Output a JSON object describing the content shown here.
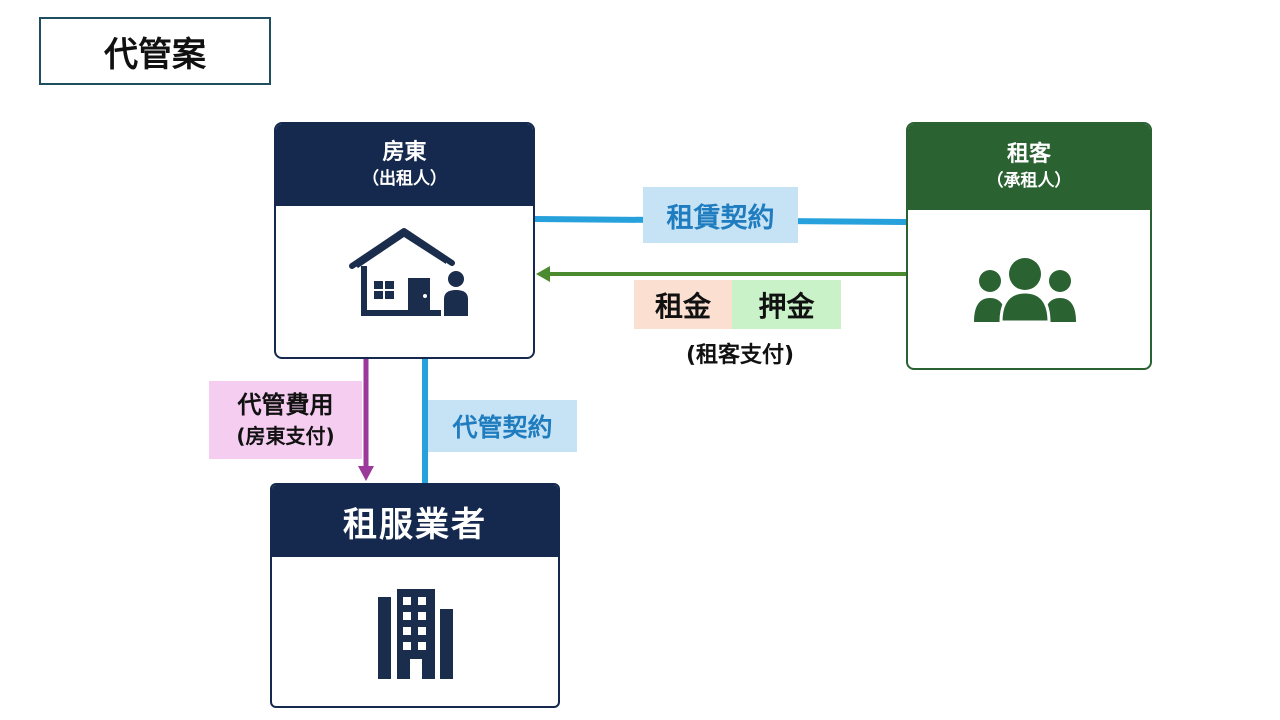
{
  "title": "代管案",
  "landlord": {
    "name": "房東",
    "role": "（出租人）"
  },
  "tenant": {
    "name": "租客",
    "role": "（承租人）"
  },
  "agent": {
    "name": "租服業者"
  },
  "flows": {
    "lease_contract": "租賃契約",
    "rent": "租金",
    "deposit": "押金",
    "paid_by_tenant": "(租客支付)",
    "management_contract": "代管契約",
    "management_fee": "代管費用",
    "paid_by_landlord": "(房東支付)"
  },
  "colors": {
    "navy": "#14294d",
    "green": "#2b6232",
    "lease_line": "#27a1db",
    "payment_arrow": "#4b8a2e",
    "fee_arrow": "#9b3a9b"
  },
  "icons": [
    "house-person-icon",
    "group-people-icon",
    "office-building-icon"
  ]
}
